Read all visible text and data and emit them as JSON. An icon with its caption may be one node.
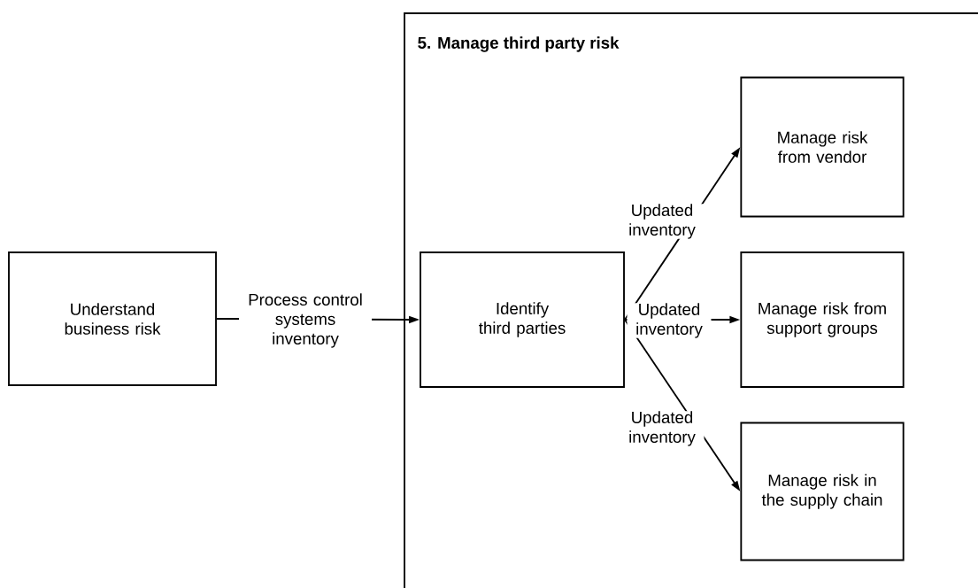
{
  "diagram": {
    "nodes": [
      {
        "text": [
          "5. Manage third party risk"
        ]
      },
      {
        "text": [
          "Understand business risk"
        ]
      },
      {
        "text": [
          "Identify third parties"
        ],
        "in": 0
      },
      {
        "text": [
          "Manage risk from vendor"
        ],
        "in": 0
      },
      {
        "text": [
          "Manage risk from support groups"
        ],
        "in": 0
      },
      {
        "text": [
          "Manage risk in the supply chain"
        ],
        "in": 0
      }
    ],
    "edges": [
      {
        "from": 1,
        "to": 2,
        "arrow": "to",
        "label": "Process control systems inventory"
      },
      {
        "from": 2,
        "to": 3,
        "arrow": "to",
        "label": "Updated inventory"
      },
      {
        "from": 2,
        "to": 4,
        "arrow": "to",
        "label": "Updated inventory"
      },
      {
        "from": 2,
        "to": 5,
        "arrow": "to",
        "label": "Updated inventory"
      }
    ]
  }
}
